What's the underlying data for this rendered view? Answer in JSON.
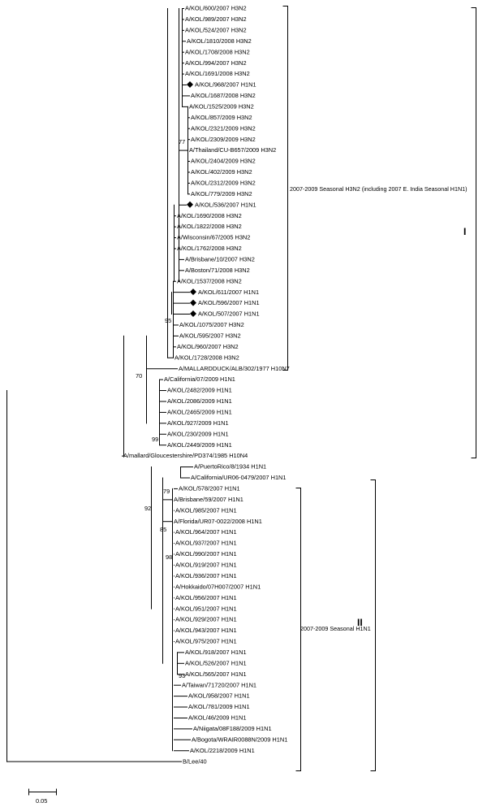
{
  "taxa": [
    {
      "label": "A/KOL/600/2007 H3N2"
    },
    {
      "label": "A/KOL/989/2007 H3N2"
    },
    {
      "label": "A/KOL/524/2007 H3N2"
    },
    {
      "label": "A/KOL/1810/2008 H3N2"
    },
    {
      "label": "A/KOL/1708/2008 H3N2"
    },
    {
      "label": "A/KOL/994/2007 H3N2"
    },
    {
      "label": "A/KOL/1691/2008 H3N2"
    },
    {
      "label": "A/KOL/968/2007 H1N1",
      "marker": true
    },
    {
      "label": "A/KOL/1687/2008 H3N2"
    },
    {
      "label": "A/KOL/1525/2009 H3N2"
    },
    {
      "label": "A/KOL/857/2009 H3N2"
    },
    {
      "label": "A/KOL/2321/2009 H3N2"
    },
    {
      "label": "A/KOL/2309/2009 H3N2"
    },
    {
      "label": "A/Thailand/CU-B657/2009 H3N2"
    },
    {
      "label": "A/KOL/2404/2009 H3N2"
    },
    {
      "label": "A/KOL/402/2009 H3N2"
    },
    {
      "label": "A/KOL/2312/2009 H3N2"
    },
    {
      "label": "A/KOL/779/2009 H3N2"
    },
    {
      "label": "A/KOL/536/2007 H1N1",
      "marker": true
    },
    {
      "label": "A/KOL/1690/2008 H3N2"
    },
    {
      "label": "A/KOL/1822/2008 H3N2"
    },
    {
      "label": "A/Wisconsin/67/2005 H3N2"
    },
    {
      "label": "A/KOL/1762/2008 H3N2"
    },
    {
      "label": "A/Brisbane/10/2007 H3N2"
    },
    {
      "label": "A/Boston/71/2008 H3N2"
    },
    {
      "label": "A/KOL/1537/2008 H3N2"
    },
    {
      "label": "A/KOL/611/2007 H1N1",
      "marker": true
    },
    {
      "label": "A/KOL/596/2007 H1N1",
      "marker": true
    },
    {
      "label": "A/KOL/507/2007 H1N1",
      "marker": true
    },
    {
      "label": "A/KOL/1075/2007 H3N2"
    },
    {
      "label": "A/KOL/595/2007 H3N2"
    },
    {
      "label": "A/KOL/960/2007 H3N2"
    },
    {
      "label": "A/KOL/1728/2008 H3N2"
    },
    {
      "label": "A/MALLARDDUCK/ALB/302/1977 H10N7"
    },
    {
      "label": "A/California/07/2009 H1N1"
    },
    {
      "label": "A/KOL/2482/2009 H1N1"
    },
    {
      "label": "A/KOL/2086/2009 H1N1"
    },
    {
      "label": "A/KOL/2465/2009 H1N1"
    },
    {
      "label": "A/KOL/927/2009 H1N1"
    },
    {
      "label": "A/KOL/230/2009 H1N1"
    },
    {
      "label": "A/KOL/2449/2009 H1N1"
    },
    {
      "label": "A/mallard/Gloucestershire/PD374/1985 H10N4"
    },
    {
      "label": "A/PuertoRico/8/1934 H1N1"
    },
    {
      "label": "A/California/UR06-0479/2007 H1N1"
    },
    {
      "label": "A/KOL/578/2007 H1N1"
    },
    {
      "label": "A/Brisbane/59/2007 H1N1"
    },
    {
      "label": "A/KOL/985/2007 H1N1"
    },
    {
      "label": "A/Florida/UR07-0022/2008 H1N1"
    },
    {
      "label": "A/KOL/964/2007 H1N1"
    },
    {
      "label": "A/KOL/937/2007 H1N1"
    },
    {
      "label": "A/KOL/990/2007 H1N1"
    },
    {
      "label": "A/KOL/919/2007 H1N1"
    },
    {
      "label": "A/KOL/936/2007 H1N1"
    },
    {
      "label": "A/Hokkaido/07H007/2007 H1N1"
    },
    {
      "label": "A/KOL/956/2007 H1N1"
    },
    {
      "label": "A/KOL/951/2007 H1N1"
    },
    {
      "label": "A/KOL/929/2007 H1N1"
    },
    {
      "label": "A/KOL/943/2007 H1N1"
    },
    {
      "label": "A/KOL/975/2007 H1N1"
    },
    {
      "label": "A/KOL/918/2007 H1N1"
    },
    {
      "label": "A/KOL/526/2007 H1N1"
    },
    {
      "label": "A/KOL/565/2007 H1N1"
    },
    {
      "label": "A/Taiwan/71720/2007 H1N1"
    },
    {
      "label": "A/KOL/958/2007 H1N1"
    },
    {
      "label": "A/KOL/781/2009 H1N1"
    },
    {
      "label": "A/KOL/46/2009 H1N1"
    },
    {
      "label": "A/Niigata/08F188/2009 H1N1"
    },
    {
      "label": "A/Bogota/WRAIR0088N/2009 H1N1"
    },
    {
      "label": "A/KOL/2218/2009 H1N1"
    },
    {
      "label": "B/Lee/40"
    }
  ],
  "bootstrap": [
    "77",
    "95",
    "70",
    "99",
    "79",
    "92",
    "85",
    "98",
    "93"
  ],
  "clades": {
    "h3n2": "2007-2009 Seasonal H3N2 (including 2007 E. India Seasonal H1N1)",
    "h1n1": "2007-2009 Seasonal H1N1"
  },
  "groups": {
    "I": "I",
    "II": "II"
  },
  "scale": {
    "label": "0.05"
  },
  "colors": {
    "line": "#000000",
    "marker": "#000000"
  }
}
